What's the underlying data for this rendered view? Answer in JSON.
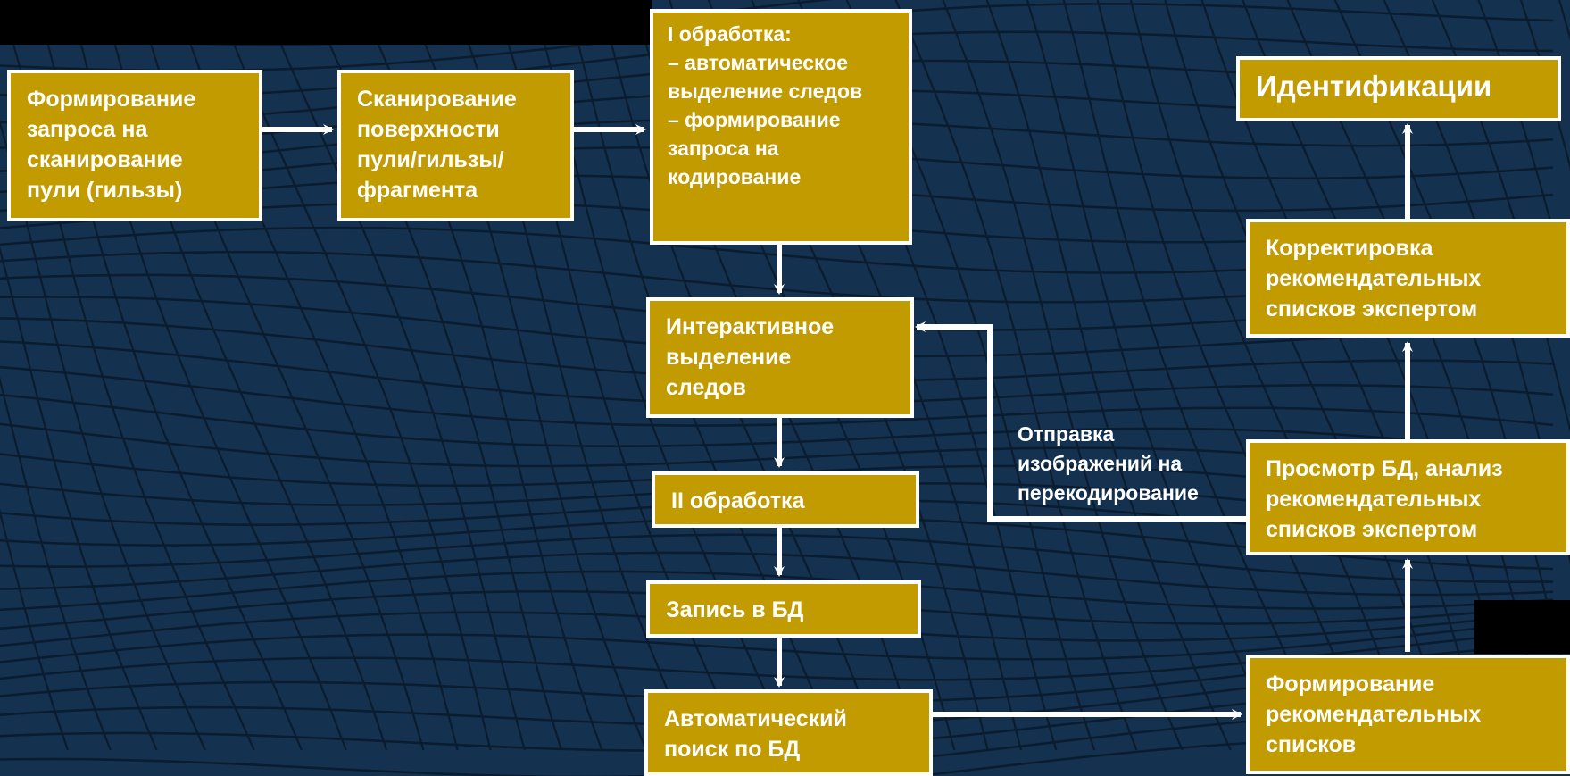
{
  "nodes": {
    "request_scan": [
      "Формирование",
      "запроса на",
      "сканирование",
      "пули (гильзы)"
    ],
    "surface_scan": [
      "Сканирование",
      "поверхности",
      "пули/гильзы/",
      "фрагмента"
    ],
    "processing1": [
      "I обработка:",
      "– автоматическое",
      "выделение следов",
      "– формирование",
      "запроса на",
      "кодирование"
    ],
    "interactive": [
      "Интерактивное",
      "выделение",
      "следов"
    ],
    "processing2": [
      "II обработка"
    ],
    "db_write": [
      "Запись в БД"
    ],
    "auto_search": [
      "Автоматический",
      "поиск по БД"
    ],
    "form_lists": [
      "Формирование",
      "рекомендательных",
      "списков"
    ],
    "review": [
      "Просмотр БД, анализ",
      "рекомендательных",
      "списков экспертом"
    ],
    "correction": [
      "Корректировка",
      "рекомендательных",
      "списков экспертом"
    ],
    "identification": [
      "Идентификации"
    ]
  },
  "edge_label": [
    "Отправка",
    "изображений на",
    "перекодирование"
  ],
  "colors": {
    "background": "#14314f",
    "grid": "#0a1c2e",
    "box_fill": "#c19b00",
    "box_border": "#ffffff",
    "arrow": "#ffffff"
  }
}
